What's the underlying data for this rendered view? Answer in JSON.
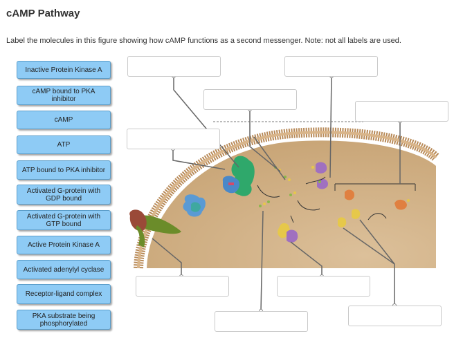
{
  "title": "cAMP Pathway",
  "instructions": "Label the molecules in this figure showing how cAMP functions as a second messenger.  Note: not all labels are used.",
  "labels": [
    "Inactive Protein Kinase A",
    "cAMP bound to PKA inhibitor",
    "cAMP",
    "ATP",
    "ATP bound to PKA inhibitor",
    "Activated G-protein with GDP bound",
    "Activated G-protein with GTP bound",
    "Active Protein Kinase A",
    "Activated adenylyl cyclase",
    "Receptor-ligand complex",
    "PKA substrate being phosphorylated"
  ],
  "colors": {
    "label_fill": "#8ecbf5",
    "cell_fill": "#d2b48c",
    "membrane": "#c9a070",
    "receptor": "#9a4a38",
    "ligand": "#6b8c2a",
    "g_protein": "#3fa8a0",
    "adenylyl_cyclase": "#2fa86b",
    "pka_regulatory": "#e6c84a",
    "pka_inhibitor": "#a070c0",
    "substrate": "#e08040"
  }
}
